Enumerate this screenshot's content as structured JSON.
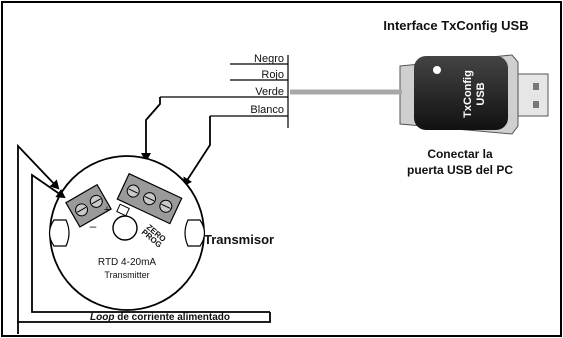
{
  "interface_title": "Interface TxConfig USB",
  "usb_stick_label_line1": "TxConfig",
  "usb_stick_label_line2": "USB",
  "connect_line1": "Conectar la",
  "connect_line2": "puerta USB del PC",
  "wires": [
    "Negro",
    "Rojo",
    "Verde",
    "Blanco"
  ],
  "transmitter_label": "Transmisor",
  "device_line1": "RTD 4-20mA",
  "device_line2": "Transmitter",
  "zero_prog_line1": "ZERO",
  "zero_prog_line2": "PROG",
  "terminal_plus": "+",
  "terminal_minus": "–",
  "loop_italic": "Loop",
  "loop_rest": " de corriente alimentado"
}
